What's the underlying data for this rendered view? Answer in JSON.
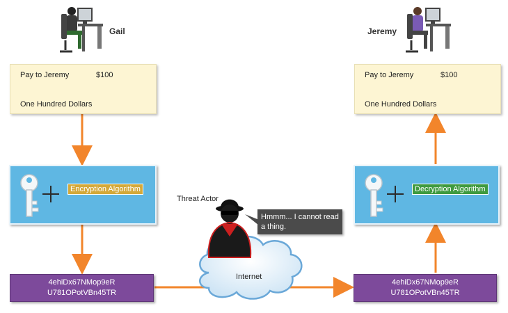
{
  "sender": {
    "name": "Gail"
  },
  "receiver": {
    "name": "Jeremy"
  },
  "check_left": {
    "pay_to": "Pay to Jeremy",
    "amount": "$100",
    "amount_words": "One Hundred Dollars"
  },
  "check_right": {
    "pay_to": "Pay to Jeremy",
    "amount": "$100",
    "amount_words": "One Hundred Dollars"
  },
  "encrypt": {
    "label": "Encryption Algorithm",
    "color": "#d4a93a"
  },
  "decrypt": {
    "label": "Decryption Algorithm",
    "color": "#3f9a3f"
  },
  "cipher_left": {
    "line1": "4ehiDx67NMop9eR",
    "line2": "U781OPotVBn45TR"
  },
  "cipher_right": {
    "line1": "4ehiDx67NMop9eR",
    "line2": "U781OPotVBn45TR"
  },
  "threat": {
    "label": "Threat Actor",
    "speech": "Hmmm... I cannot read a thing."
  },
  "network": {
    "label": "Internet"
  },
  "colors": {
    "arrow": "#f2852b",
    "algo_box": "#5fb7e3",
    "cipher_box": "#7d4a9b",
    "doc": "#fdf5d3"
  }
}
